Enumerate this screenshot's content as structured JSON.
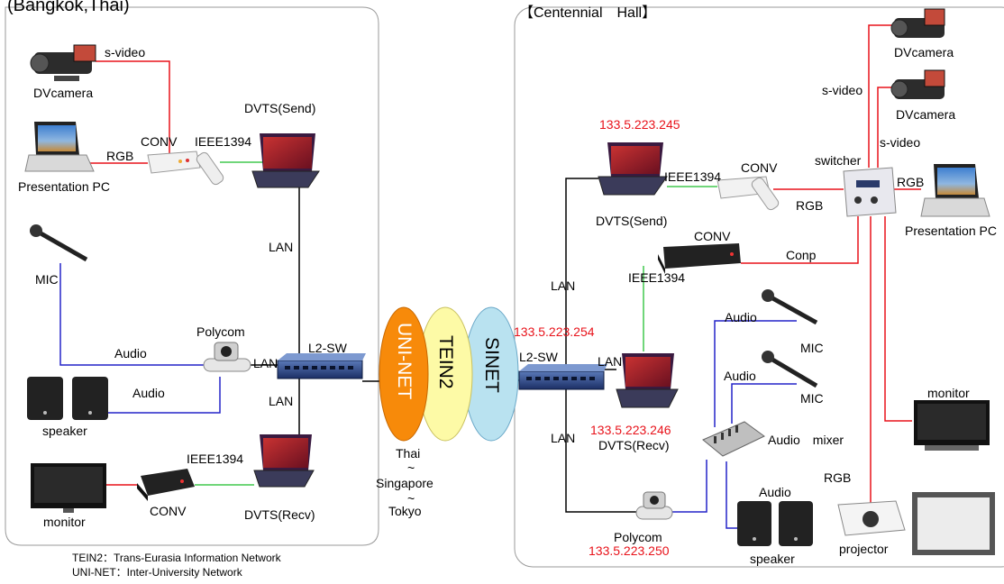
{
  "regions": {
    "left_title": "(Bangkok,Thai)",
    "right_title": "【Centennial　Hall】"
  },
  "left": {
    "dvcamera": "DVcamera",
    "svideo": "s-video",
    "presentation_pc": "Presentation PC",
    "rgb": "RGB",
    "conv_top": "CONV",
    "ieee_top": "IEEE1394",
    "dvts_send": "DVTS(Send)",
    "lan_vertical": "LAN",
    "mic": "MIC",
    "polycom": "Polycom",
    "audio_mic": "Audio",
    "audio_speaker": "Audio",
    "lan_polycom": "LAN",
    "l2sw": "L2-SW",
    "lan_lower": "LAN",
    "speaker": "speaker",
    "ieee_bottom": "IEEE1394",
    "monitor": "monitor",
    "conv_bottom": "CONV",
    "dvts_recv": "DVTS(Recv)"
  },
  "networks": {
    "uninet": "UNI-NET",
    "tein2": "TEIN2",
    "sinet": "SINET",
    "route_1": "Thai",
    "route_tilde_1": "~",
    "route_2": "Singapore",
    "route_tilde_2": "~",
    "route_3": "Tokyo"
  },
  "right": {
    "ip_send": "133.5.223.245",
    "ieee_send": "IEEE1394",
    "conv_send": "CONV",
    "switcher": "switcher",
    "rgb_switcher": "RGB",
    "rgb_pc": "RGB",
    "dvts_send": "DVTS(Send)",
    "dvcamera_1": "DVcamera",
    "svideo_1": "s-video",
    "dvcamera_2": "DVcamera",
    "svideo_2": "s-video",
    "presentation_pc": "Presentation PC",
    "conv_mid": "CONV",
    "conp": "Conp",
    "ieee_mid": "IEEE1394",
    "lan_upper": "LAN",
    "ip_sw": "133.5.223.254",
    "l2sw": "L2-SW",
    "lan_recv": "LAN",
    "audio_1": "Audio",
    "mic_1": "MIC",
    "audio_2": "Audio",
    "mic_2": "MIC",
    "ip_recv": "133.5.223.246",
    "dvts_recv": "DVTS(Recv)",
    "lan_lower": "LAN",
    "audio_mixer": "Audio　mixer",
    "monitor": "monitor",
    "rgb_projector": "RGB",
    "audio_speaker": "Audio",
    "polycom": "Polycom",
    "ip_polycom": "133.5.223.250",
    "speaker": "speaker",
    "projector": "projector"
  },
  "footnotes": {
    "tein2": "TEIN2：Trans-Eurasia Information Network",
    "uninet": "UNI-NET：Inter-University Network"
  },
  "colors": {
    "video_line": "#e8121a",
    "audio_line": "#2323c8",
    "firewire_line": "#41c84e",
    "lan_line": "#000000",
    "uninet_fill": "#f78a0a",
    "tein2_fill": "#fdfaa6",
    "sinet_fill": "#b9e2f0",
    "ip_text": "#e8121a"
  }
}
